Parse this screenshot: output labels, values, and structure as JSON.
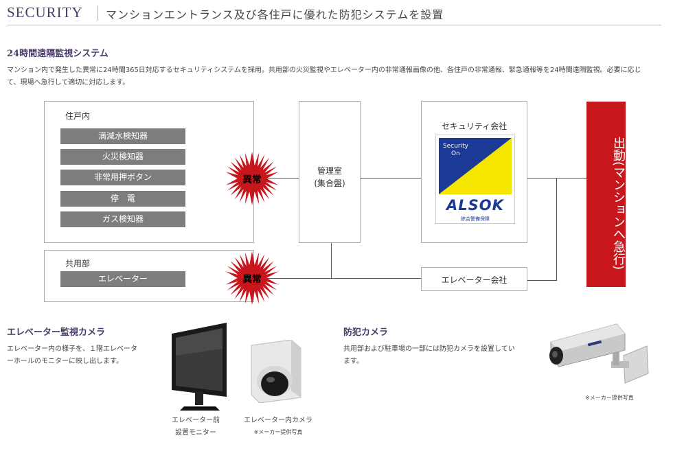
{
  "header": {
    "title_en": "SECURITY",
    "title_ja": "マンションエントランス及び各住戸に優れた防犯システムを設置"
  },
  "system": {
    "title": "24時間遠隔監視システム",
    "desc_line1": "マンション内で発生した異常に24時間365日対応するセキュリティシステムを採用。共用部の火災監視やエレベーター内の非常通報画像の他、各住戸の非常通報、緊急通報等を24時間遠隔監視。必要に応じ",
    "desc_line2": "て、現場へ急行して適切に対応します。"
  },
  "diagram": {
    "residence_label": "住戸内",
    "residence_items": [
      "満減水検知器",
      "火災検知器",
      "非常用押ボタン",
      "停　電",
      "ガス検知器"
    ],
    "common_label": "共用部",
    "common_item": "エレベーター",
    "alarm_label": "異常",
    "mgmt_line1": "管理室",
    "mgmt_line2": "(集合盤)",
    "security_company": "セキュリティ会社",
    "logo_security": "Security",
    "logo_on": "On",
    "logo_alsok": "ALSOK",
    "logo_sub": "綜合警備保障",
    "elevator_company": "エレベーター会社",
    "dispatch": "出動(マンションへ急行)"
  },
  "elevator_camera": {
    "title": "エレベーター監視カメラ",
    "desc_line1": "エレベーター内の様子を、１階エレベータ",
    "desc_line2": "ーホールのモニターに映し出します。",
    "monitor_caption1": "エレベーター前",
    "monitor_caption2": "設置モニター",
    "camera_caption": "エレベーター内カメラ",
    "maker_note": "※メーカー提供写真"
  },
  "security_camera": {
    "title": "防犯カメラ",
    "desc_line1": "共用部および駐車場の一部には防犯カメラを設置してい",
    "desc_line2": "ます。",
    "maker_note": "※メーカー提供写真"
  },
  "colors": {
    "accent": "#4a3a6b",
    "alarm_red": "#c8161d",
    "bar_gray": "#7d7d7d",
    "logo_blue": "#1a3a96",
    "logo_yellow": "#f5e600"
  }
}
